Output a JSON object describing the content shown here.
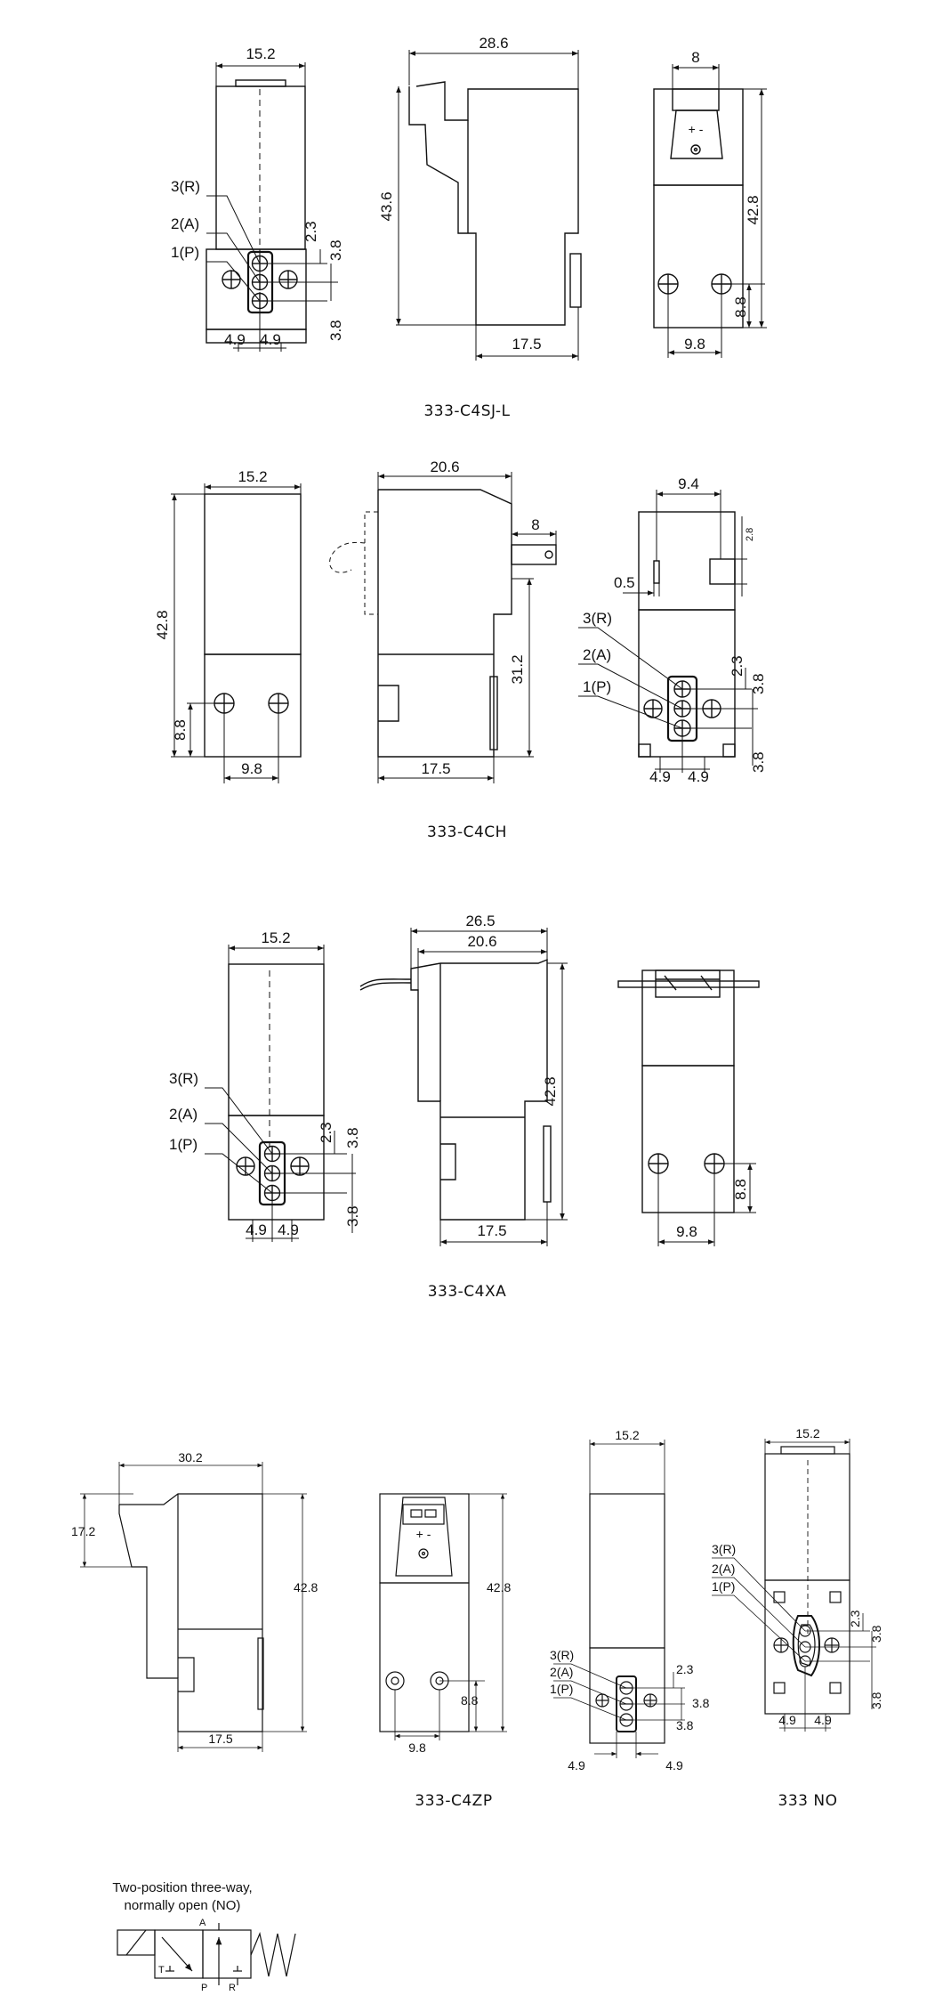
{
  "views": {
    "c4sj": {
      "caption": "333-C4SJ-L",
      "dims": [
        "15.2",
        "28.6",
        "8",
        "43.6",
        "42.8",
        "17.5",
        "9.8",
        "8.8",
        "2.3",
        "3.8",
        "3.8",
        "4.9",
        "4.9"
      ],
      "ports": [
        "3(R)",
        "2(A)",
        "1(P)"
      ],
      "polarity": "+ -"
    },
    "c4ch": {
      "caption": "333-C4CH",
      "dims": [
        "15.2",
        "20.6",
        "8",
        "9.4",
        "2.8",
        "0.5",
        "42.8",
        "8.8",
        "9.8",
        "31.2",
        "17.5",
        "2.3",
        "3.8",
        "3.8",
        "4.9",
        "4.9"
      ],
      "ports": [
        "3(R)",
        "2(A)",
        "1(P)"
      ]
    },
    "c4xa": {
      "caption": "333-C4XA",
      "dims": [
        "15.2",
        "26.5",
        "20.6",
        "42.8",
        "17.5",
        "9.8",
        "8.8",
        "2.3",
        "3.8",
        "3.8",
        "4.9",
        "4.9"
      ],
      "ports": [
        "3(R)",
        "2(A)",
        "1(P)"
      ]
    },
    "c4zp": {
      "caption": "333-C4ZP",
      "dims": [
        "30.2",
        "17.2",
        "42.8",
        "17.5",
        "42.8",
        "8.8",
        "9.8",
        "15.2",
        "2.3",
        "3.8",
        "3.8",
        "4.9",
        "4.9"
      ],
      "ports": [
        "3(R)",
        "2(A)",
        "1(P)"
      ],
      "polarity": "+ -"
    },
    "no": {
      "caption": "333  NO",
      "dims": [
        "15.2",
        "2.3",
        "3.8",
        "3.8",
        "4.9",
        "4.9"
      ],
      "ports": [
        "3(R)",
        "2(A)",
        "1(P)"
      ]
    }
  },
  "symbol": {
    "title": "Two-position three-way,",
    "subtitle": "normally open (NO)",
    "port_a": "A",
    "port_p": "P",
    "port_r": "R",
    "port_t": "T"
  }
}
